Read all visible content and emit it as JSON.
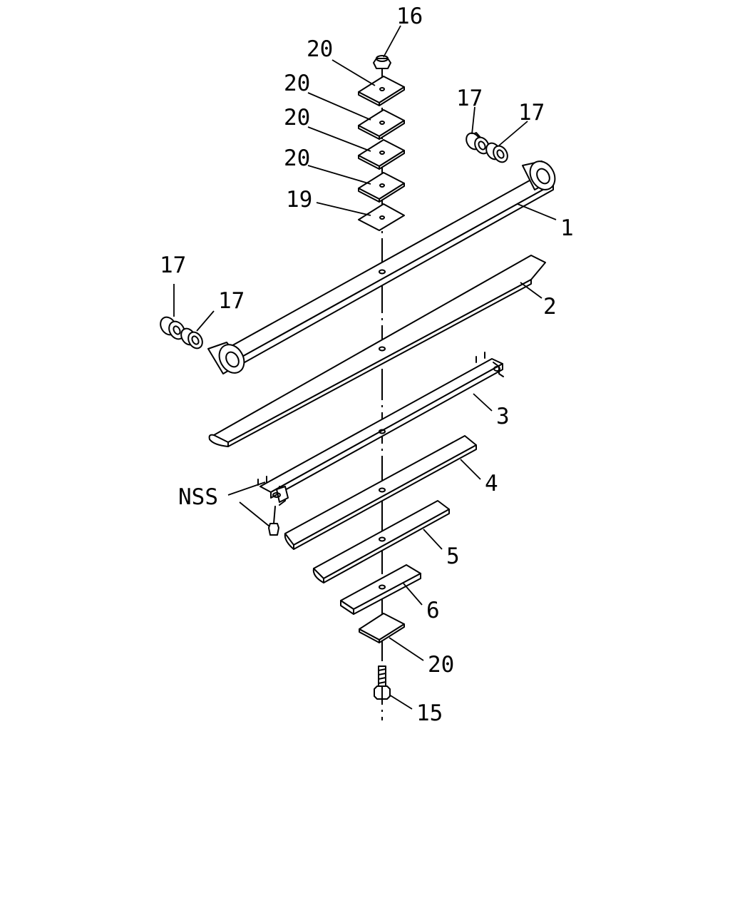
{
  "diagram": {
    "callouts": {
      "c16": "16",
      "c20_a": "20",
      "c20_b": "20",
      "c20_c": "20",
      "c20_d": "20",
      "c19": "19",
      "c17_tr1": "17",
      "c17_tr2": "17",
      "c1": "1",
      "c17_l1": "17",
      "c17_l2": "17",
      "c2": "2",
      "c3": "3",
      "c4": "4",
      "cNSS": "NSS",
      "c5": "5",
      "c6": "6",
      "c20_e": "20",
      "c15": "15"
    }
  }
}
